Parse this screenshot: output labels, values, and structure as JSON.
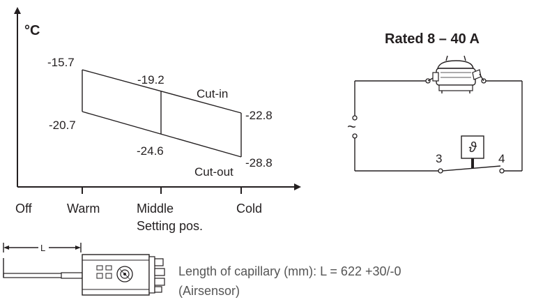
{
  "graph": {
    "unit": "°C",
    "cut_in_label": "Cut-in",
    "cut_out_label": "Cut-out",
    "cut_in": {
      "warm": "-15.7",
      "middle": "-19.2",
      "cold": "-22.8"
    },
    "cut_out": {
      "warm": "-20.7",
      "middle": "-24.6",
      "cold": "-28.8"
    },
    "x_labels": {
      "off": "Off",
      "warm": "Warm",
      "middle": "Middle",
      "cold": "Cold"
    },
    "x_title": "Setting pos."
  },
  "circuit": {
    "rating": "Rated 8 – 40 A",
    "ac_symbol": "~",
    "thermostat_symbol": "ϑ",
    "terminal_3": "3",
    "terminal_4": "4"
  },
  "capillary": {
    "length_symbol": "L",
    "length_text": "Length of capillary (mm): L = 622 +30/-0",
    "sensor_text": "(Airsensor)"
  }
}
